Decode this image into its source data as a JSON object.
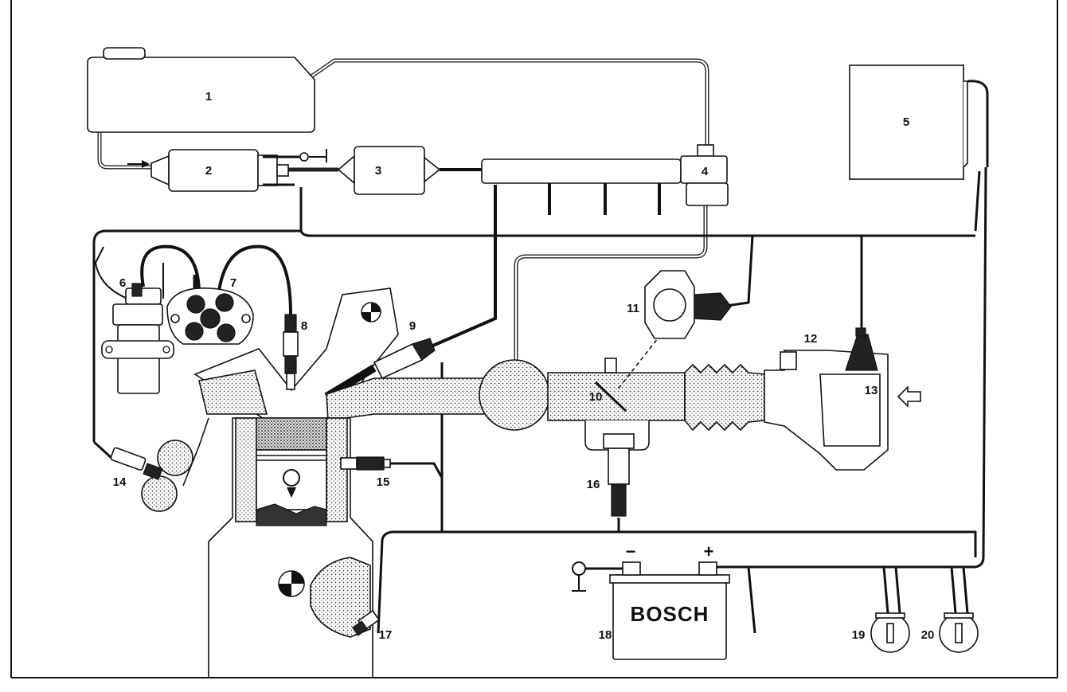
{
  "components": {
    "fuel_tank": "1",
    "fuel_pump": "2",
    "fuel_filter": "3",
    "pressure_regulator": "4",
    "control_unit": "5",
    "ignition_coil": "6",
    "distributor": "7",
    "spark_plug": "8",
    "injector": "9",
    "throttle_valve": "10",
    "throttle_switch": "11",
    "air_flow_meter": "12",
    "air_temp_sensor": "13",
    "lambda_sensor": "14",
    "coolant_temp_sensor": "15",
    "auxiliary_air_valve": "16",
    "reference_sensor": "17",
    "battery": "18",
    "ignition_switch": "19",
    "relay": "20"
  },
  "battery_brand": "BOSCH",
  "battery_minus": "−",
  "battery_plus": "+",
  "colors": {
    "ink": "#111111",
    "paper": "#ffffff"
  }
}
